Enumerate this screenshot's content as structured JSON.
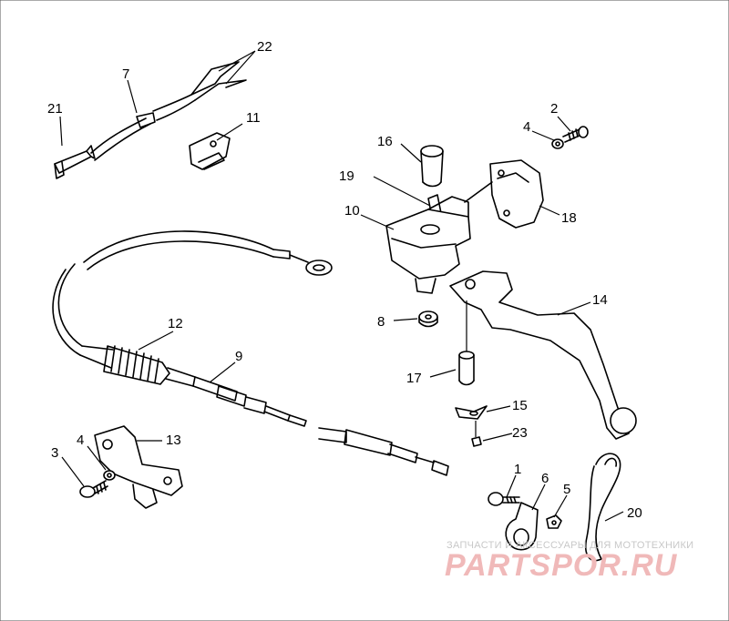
{
  "callouts": {
    "c1": "1",
    "c2": "2",
    "c3": "3",
    "c4a": "4",
    "c4b": "4",
    "c5": "5",
    "c6": "6",
    "c7": "7",
    "c8": "8",
    "c9": "9",
    "c10": "10",
    "c11": "11",
    "c12": "12",
    "c13": "13",
    "c14": "14",
    "c15": "15",
    "c16": "16",
    "c17": "17",
    "c18": "18",
    "c19": "19",
    "c20": "20",
    "c21": "21",
    "c22": "22",
    "c23": "23"
  },
  "watermark": {
    "tagline": "ЗАПЧАСТИ И АКСЕССУАРЫ ДЛЯ МОТОТЕХНИКИ",
    "logo": "PARTSPOR.RU"
  },
  "colors": {
    "line": "#000000",
    "background": "#ffffff",
    "watermark_logo": "#f0b9b9",
    "watermark_text": "#c8c8c8"
  }
}
